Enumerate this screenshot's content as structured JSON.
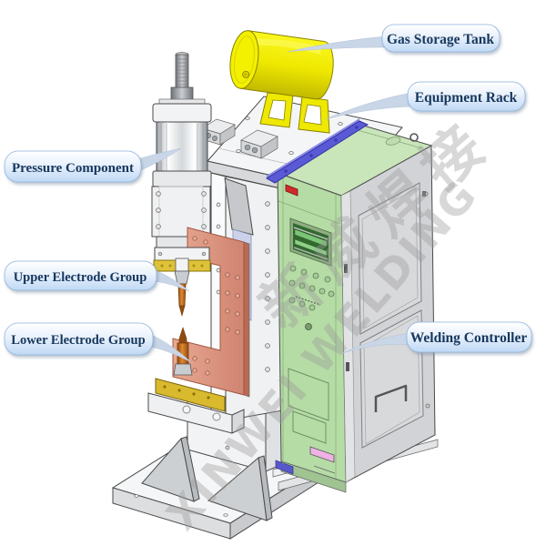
{
  "callouts": [
    {
      "label": "Gas Storage Tank"
    },
    {
      "label": "Equipment Rack"
    },
    {
      "label": "Pressure Component"
    },
    {
      "label": "Upper Electrode Group"
    },
    {
      "label": "Lower Electrode Group"
    },
    {
      "label": "Welding Controller"
    }
  ],
  "watermark": {
    "chinese_line": "新威焊接",
    "english_line": "XINWEI WELDING"
  },
  "colors": {
    "tank_yellow": "#efe800",
    "cabinet_green": "#b6dca6",
    "cabinet_top_green": "#c9e5ba",
    "cabinet_side_gray": "#d2d3d6",
    "rack_purple": "#5a5ad6",
    "copper_arm": "#dc9280",
    "electrode_orange": "#c06818",
    "indicator_red": "#cf2a2a",
    "slot_pink": "#eeb2e4",
    "callout_text": "#17375d",
    "callout_fill": "#bfd8f4"
  }
}
